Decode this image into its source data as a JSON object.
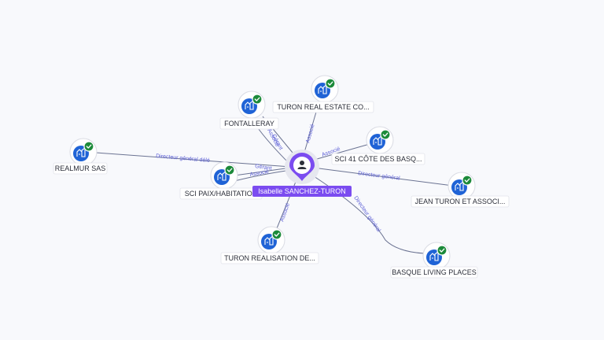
{
  "person": {
    "name": "Isabelle SANCHEZ-TURON",
    "icon": "person-icon",
    "pin_color": "#7b4cf0"
  },
  "companies": [
    {
      "id": "fontalleray",
      "label": "FONTALLERAY",
      "icon": "building-icon"
    },
    {
      "id": "turon-real-estate",
      "label": "TURON REAL ESTATE CO...",
      "icon": "building-icon"
    },
    {
      "id": "sci-41",
      "label": "SCI 41 CÔTE DES BASQ...",
      "icon": "building-icon"
    },
    {
      "id": "realmur",
      "label": "REALMUR SAS",
      "icon": "building-icon"
    },
    {
      "id": "sci-paix",
      "label": "SCI PAIX/HABITATION",
      "icon": "building-icon"
    },
    {
      "id": "jean-turon",
      "label": "JEAN TURON ET ASSOCI...",
      "icon": "building-icon"
    },
    {
      "id": "turon-realisation",
      "label": "TURON REALISATION DE...",
      "icon": "building-icon"
    },
    {
      "id": "basque-living",
      "label": "BASQUE LIVING PLACES",
      "icon": "building-icon"
    }
  ],
  "relations": [
    {
      "target": "fontalleray",
      "label": "Associé"
    },
    {
      "target": "fontalleray",
      "label": "Gérant"
    },
    {
      "target": "turon-real-estate",
      "label": "Associé"
    },
    {
      "target": "sci-41",
      "label": "Associé"
    },
    {
      "target": "realmur",
      "label": "Directeur général délé"
    },
    {
      "target": "sci-paix",
      "label": "Associé"
    },
    {
      "target": "sci-paix",
      "label": "Gérant"
    },
    {
      "target": "jean-turon",
      "label": "Directeur général"
    },
    {
      "target": "turon-realisation",
      "label": "Associé"
    },
    {
      "target": "basque-living",
      "label": "Directeur général"
    }
  ],
  "colors": {
    "company_icon": "#1f63d6",
    "verified_badge": "#1c8a3a",
    "edge": "#6b7392",
    "edge_label": "#5c5fd6"
  },
  "badge_icon": "check-badge-icon"
}
